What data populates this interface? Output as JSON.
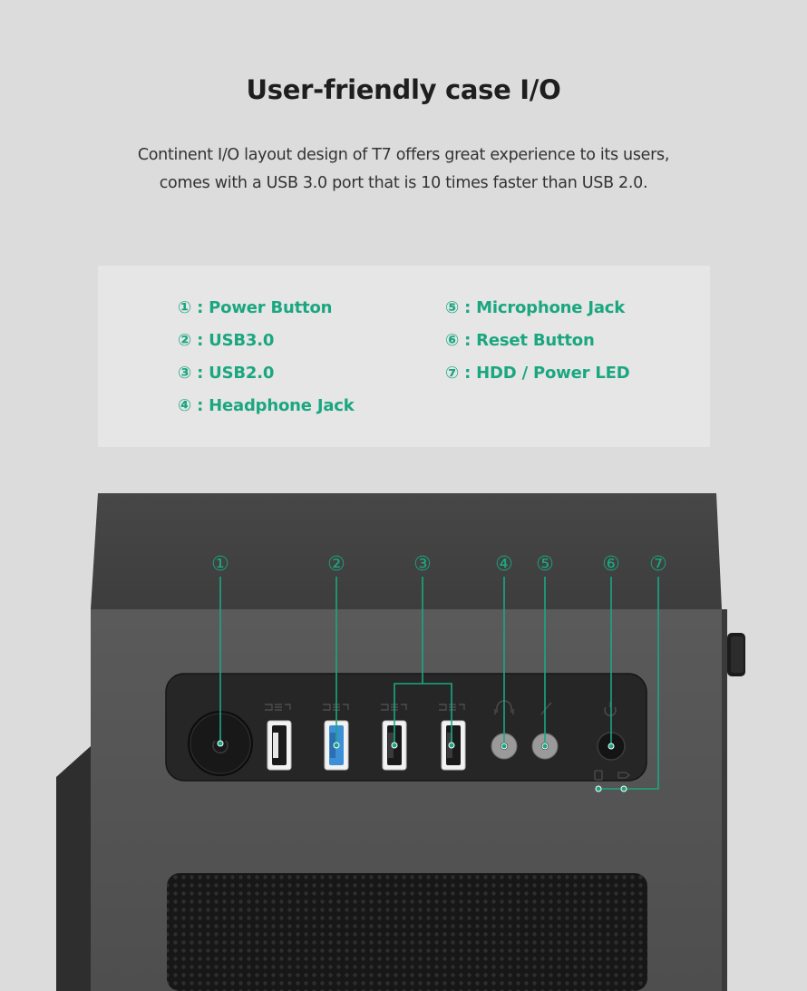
{
  "header": {
    "title": "User-friendly case I/O",
    "desc_line1": "Continent I/O layout design of T7 offers great experience to its users,",
    "desc_line2": "comes with a USB 3.0 port that is 10 times faster than USB 2.0."
  },
  "legend": {
    "items": [
      "① : Power Button",
      "② : USB3.0",
      "③ : USB2.0",
      "④ : Headphone Jack",
      "⑤ : Microphone Jack",
      "⑥ : Reset Button",
      "⑦ : HDD / Power LED"
    ]
  },
  "callouts": [
    "①",
    "②",
    "③",
    "④",
    "⑤",
    "⑥",
    "⑦"
  ],
  "colors": {
    "accent": "#1aa780",
    "usb3_port": "#3d8fd6"
  }
}
